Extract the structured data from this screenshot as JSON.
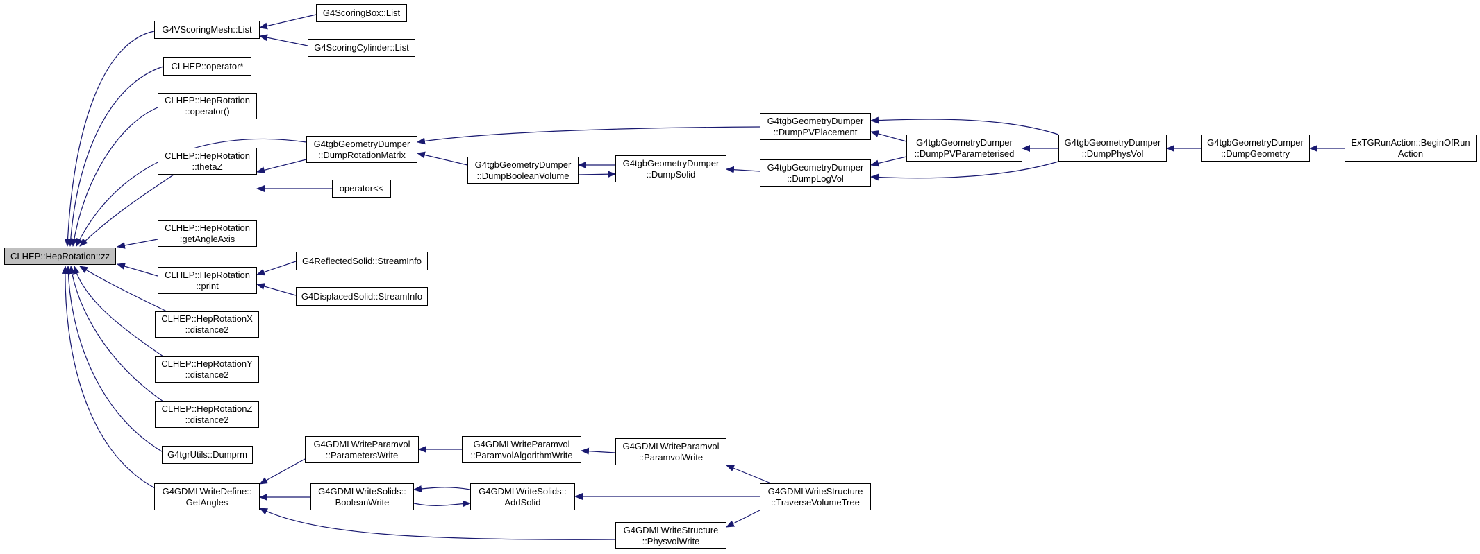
{
  "colors": {
    "edge": "#191970",
    "node_border": "#000000",
    "root_fill": "#bfbfbf",
    "node_fill": "#ffffff"
  },
  "nodes": {
    "root": {
      "lines": [
        "CLHEP::HepRotation::zz"
      ]
    },
    "vsm": {
      "lines": [
        "G4VScoringMesh::List"
      ]
    },
    "sbox": {
      "lines": [
        "G4ScoringBox::List"
      ]
    },
    "scyl": {
      "lines": [
        "G4ScoringCylinder::List"
      ]
    },
    "opstar": {
      "lines": [
        "CLHEP::operator*"
      ]
    },
    "opcall": {
      "lines": [
        "CLHEP::HepRotation",
        "::operator()"
      ]
    },
    "thetaz": {
      "lines": [
        "CLHEP::HepRotation",
        "::thetaZ"
      ]
    },
    "oplt": {
      "lines": [
        "operator<<"
      ]
    },
    "dumprm": {
      "lines": [
        "G4tgbGeometryDumper",
        "::DumpRotationMatrix"
      ]
    },
    "getax": {
      "lines": [
        "CLHEP::HepRotation",
        ":getAngleAxis"
      ]
    },
    "print": {
      "lines": [
        "CLHEP::HepRotation",
        "::print"
      ]
    },
    "refl": {
      "lines": [
        "G4ReflectedSolid::StreamInfo"
      ]
    },
    "disp": {
      "lines": [
        "G4DisplacedSolid::StreamInfo"
      ]
    },
    "rotx": {
      "lines": [
        "CLHEP::HepRotationX",
        "::distance2"
      ]
    },
    "roty": {
      "lines": [
        "CLHEP::HepRotationY",
        "::distance2"
      ]
    },
    "rotz": {
      "lines": [
        "CLHEP::HepRotationZ",
        "::distance2"
      ]
    },
    "tgr": {
      "lines": [
        "G4tgrUtils::Dumprm"
      ]
    },
    "gdef": {
      "lines": [
        "G4GDMLWriteDefine::",
        "GetAngles"
      ]
    },
    "dbool": {
      "lines": [
        "G4tgbGeometryDumper",
        "::DumpBooleanVolume"
      ]
    },
    "dsolid": {
      "lines": [
        "G4tgbGeometryDumper",
        "::DumpSolid"
      ]
    },
    "dpvpl": {
      "lines": [
        "G4tgbGeometryDumper",
        "::DumpPVPlacement"
      ]
    },
    "dlog": {
      "lines": [
        "G4tgbGeometryDumper",
        "::DumpLogVol"
      ]
    },
    "dpvpar": {
      "lines": [
        "G4tgbGeometryDumper",
        "::DumpPVParameterised"
      ]
    },
    "dphys": {
      "lines": [
        "G4tgbGeometryDumper",
        "::DumpPhysVol"
      ]
    },
    "dgeom": {
      "lines": [
        "G4tgbGeometryDumper",
        "::DumpGeometry"
      ]
    },
    "extg": {
      "lines": [
        "ExTGRunAction::BeginOfRun",
        "Action"
      ]
    },
    "pwrite": {
      "lines": [
        "G4GDMLWriteParamvol",
        "::ParametersWrite"
      ]
    },
    "palg": {
      "lines": [
        "G4GDMLWriteParamvol",
        "::ParamvolAlgorithmWrite"
      ]
    },
    "pvw": {
      "lines": [
        "G4GDMLWriteParamvol",
        "::ParamvolWrite"
      ]
    },
    "bwrite": {
      "lines": [
        "G4GDMLWriteSolids::",
        "BooleanWrite"
      ]
    },
    "addsol": {
      "lines": [
        "G4GDMLWriteSolids::",
        "AddSolid"
      ]
    },
    "trav": {
      "lines": [
        "G4GDMLWriteStructure",
        "::TraverseVolumeTree"
      ]
    },
    "physw": {
      "lines": [
        "G4GDMLWriteStructure",
        "::PhysvolWrite"
      ]
    }
  }
}
